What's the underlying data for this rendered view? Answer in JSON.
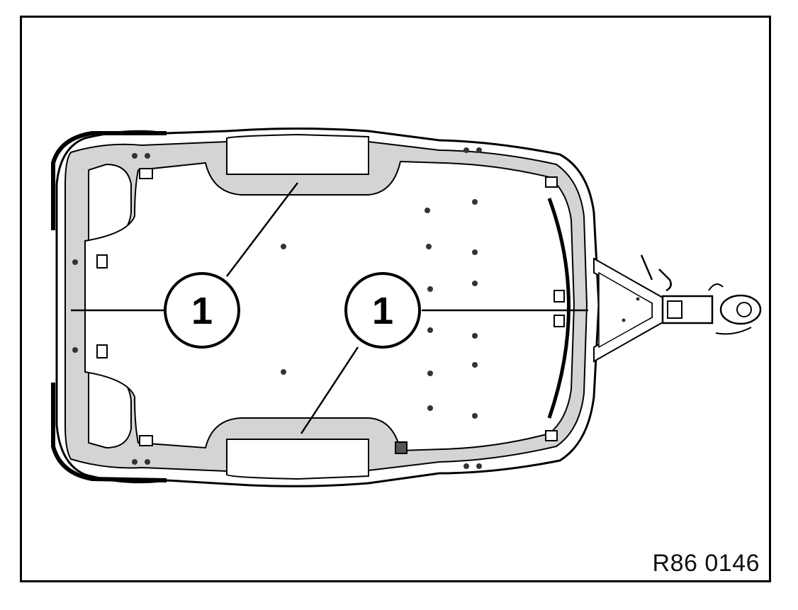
{
  "figure": {
    "reference_code": "R86 0146",
    "callouts": [
      {
        "id": "callout-left",
        "number": "1"
      },
      {
        "id": "callout-right",
        "number": "1"
      }
    ]
  },
  "colors": {
    "outline": "#000000",
    "shaded_rail": "#d4d4d4",
    "background": "#ffffff"
  }
}
